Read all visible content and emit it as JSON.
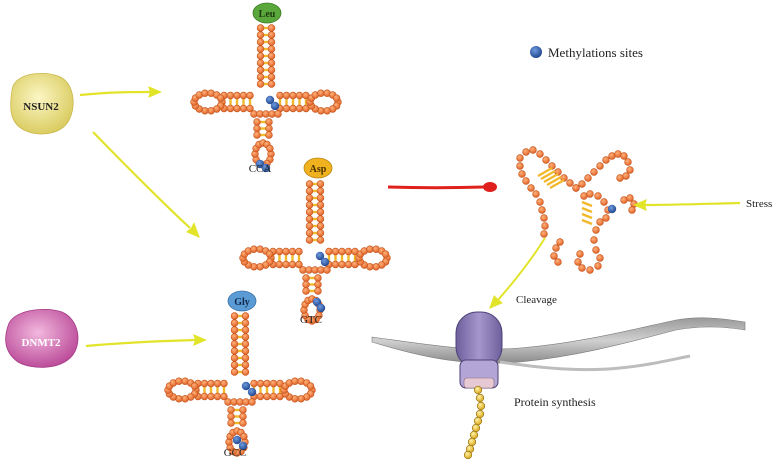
{
  "enzymes": {
    "nsun2": "NSUN2",
    "dnmt2": "DNMT2"
  },
  "trnas": {
    "leu": {
      "amino_acid": "Leu",
      "anticodon": "CCA",
      "color": "#5aa83c"
    },
    "asp": {
      "amino_acid": "Asp",
      "anticodon": "GTC",
      "color": "#f0b21e"
    },
    "gly": {
      "amino_acid": "Gly",
      "anticodon": "GCC",
      "color": "#5b9bd5"
    }
  },
  "legend": {
    "label": "Methylations sites",
    "color": "#2f5fb0"
  },
  "labels": {
    "stress": "Stress",
    "cleavage": "Cleavage",
    "protein_synthesis": "Protein synthesis"
  },
  "colors": {
    "nucleotide": "#ee7a3c",
    "base_pair": "#f2b82c",
    "methylation": "#2f5fb0",
    "arrow": "#e2e42a",
    "inhibition": "#e0201c",
    "ribosome": "#8b7bb5",
    "peptide": "#f2c232",
    "nsun2": "#e9df7a",
    "dnmt2": "#cc5aa6"
  }
}
